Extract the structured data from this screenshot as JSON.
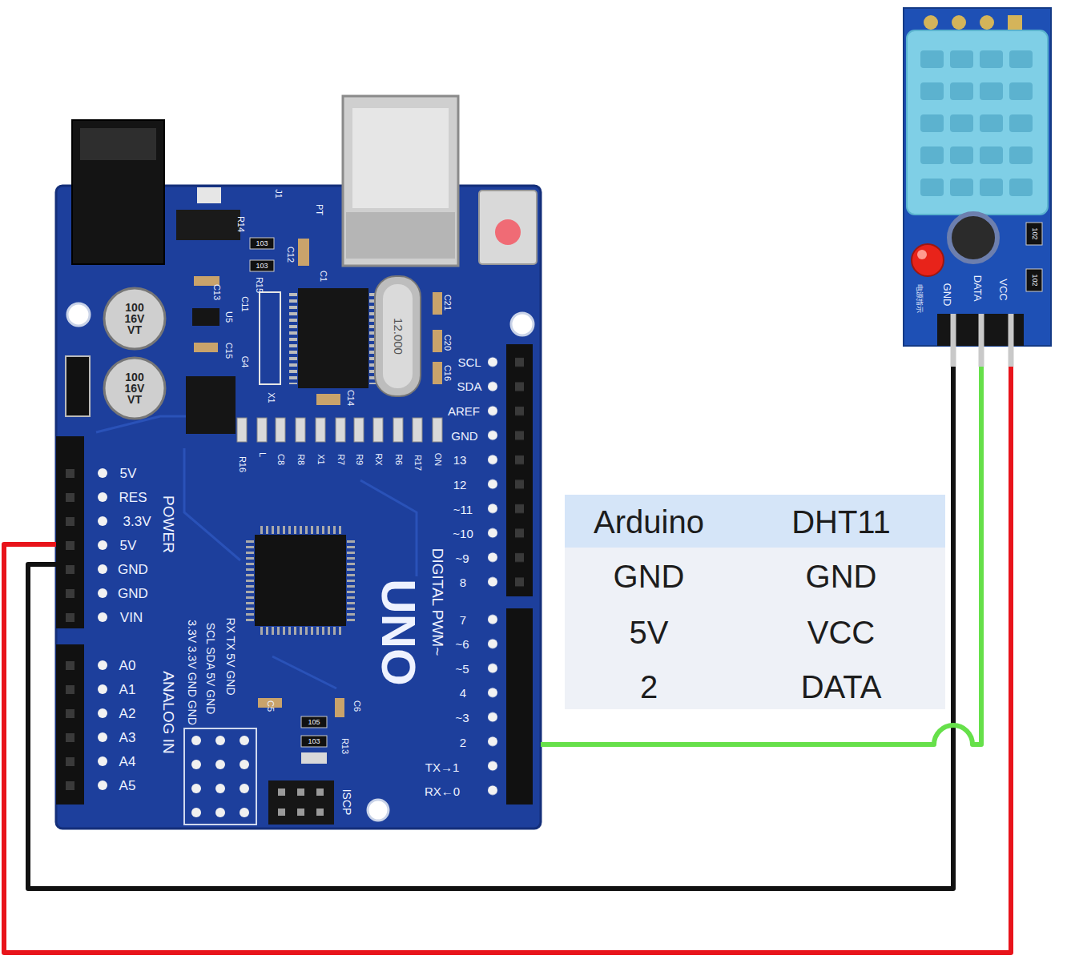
{
  "diagram": {
    "nodes": [
      {
        "text": [
          "100 16V VT",
          "100 16V VT",
          "J1",
          "PT",
          "R14",
          "103",
          "C12",
          "103",
          "R15",
          "C1",
          "C13",
          "C11",
          "U5",
          "C15",
          "G4",
          "X1",
          "12.000",
          "C21",
          "C20",
          "C16",
          "C14",
          "R16",
          "L",
          "C8",
          "R8",
          "X1",
          "R7",
          "R9",
          "RX",
          "R6",
          "R17",
          "ON",
          "5V",
          "RES",
          "3.3V",
          "5V",
          "GND",
          "GND",
          "VIN",
          "POWER",
          "A0",
          "A1",
          "A2",
          "A3",
          "A4",
          "A5",
          "ANALOG IN",
          "3.3V 3.3V GND GND",
          "SCL SDA 5V GND",
          "RX TX 5V GND",
          "C5",
          "105",
          "103",
          "C6",
          "R13",
          "ISCP",
          "UNO",
          "DIGITAL PWM~",
          "SCL",
          "SDA",
          "AREF",
          "GND",
          "13",
          "12",
          "~11",
          "~10",
          "~9",
          "8",
          "7",
          "~6",
          "~5",
          "4",
          "~3",
          "2",
          "TX→1",
          "RX←0"
        ]
      },
      {
        "text": [
          "GND",
          "DATA",
          "VCC",
          "电源指示",
          "102",
          "102"
        ]
      }
    ],
    "edges": [
      {
        "from": 0,
        "to": 1,
        "arrow": "none"
      },
      {
        "from": 0,
        "to": 1,
        "arrow": "none"
      },
      {
        "from": 0,
        "to": 1,
        "arrow": "none"
      }
    ],
    "labels": [
      "Arduino",
      "DHT11",
      "GND",
      "GND",
      "5V",
      "VCC",
      "2",
      "DATA"
    ]
  }
}
